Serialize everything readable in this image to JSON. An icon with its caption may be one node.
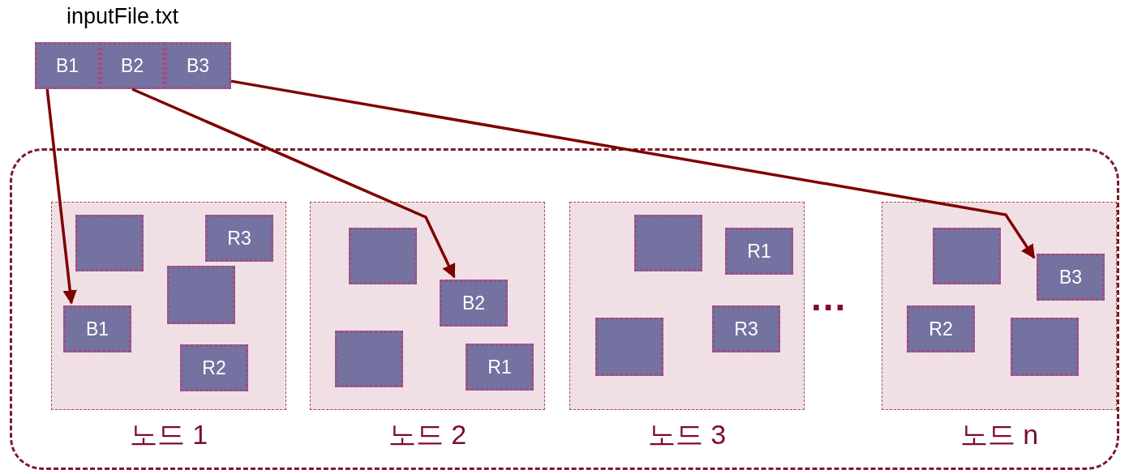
{
  "diagram": {
    "nodes": [
      {
        "text": [],
        "shape": "box"
      },
      {
        "text": [
          "B1"
        ]
      },
      {
        "text": [
          "B2"
        ]
      },
      {
        "text": [
          "B3"
        ]
      },
      {
        "text": [
          "노드 1"
        ],
        "in": 0
      },
      {
        "text": [],
        "shape": "box",
        "in": 4
      },
      {
        "text": [
          "R3"
        ],
        "in": 4
      },
      {
        "text": [],
        "shape": "box",
        "in": 4
      },
      {
        "text": [
          "B1"
        ],
        "in": 4
      },
      {
        "text": [
          "R2"
        ],
        "in": 4
      },
      {
        "text": [
          "노드 2"
        ],
        "in": 0
      },
      {
        "text": [],
        "shape": "box",
        "in": 10
      },
      {
        "text": [
          "B2"
        ],
        "in": 10
      },
      {
        "text": [],
        "shape": "box",
        "in": 10
      },
      {
        "text": [
          "R1"
        ],
        "in": 10
      },
      {
        "text": [
          "노드 3"
        ],
        "in": 0
      },
      {
        "text": [],
        "shape": "box",
        "in": 15
      },
      {
        "text": [
          "R1"
        ],
        "in": 15
      },
      {
        "text": [
          "R3"
        ],
        "in": 15
      },
      {
        "text": [],
        "shape": "box",
        "in": 15
      },
      {
        "text": [
          "노드 n"
        ],
        "in": 0
      },
      {
        "text": [],
        "shape": "box",
        "in": 20
      },
      {
        "text": [
          "B3"
        ],
        "in": 20
      },
      {
        "text": [
          "R2"
        ],
        "in": 20
      },
      {
        "text": [],
        "shape": "box",
        "in": 20
      }
    ],
    "edges": [
      {
        "from": 1,
        "to": 8,
        "arrow": "to"
      },
      {
        "from": 2,
        "to": 12,
        "arrow": "to"
      },
      {
        "from": 3,
        "to": 22,
        "arrow": "to"
      }
    ],
    "labels": [
      "inputFile.txt",
      "..."
    ]
  }
}
